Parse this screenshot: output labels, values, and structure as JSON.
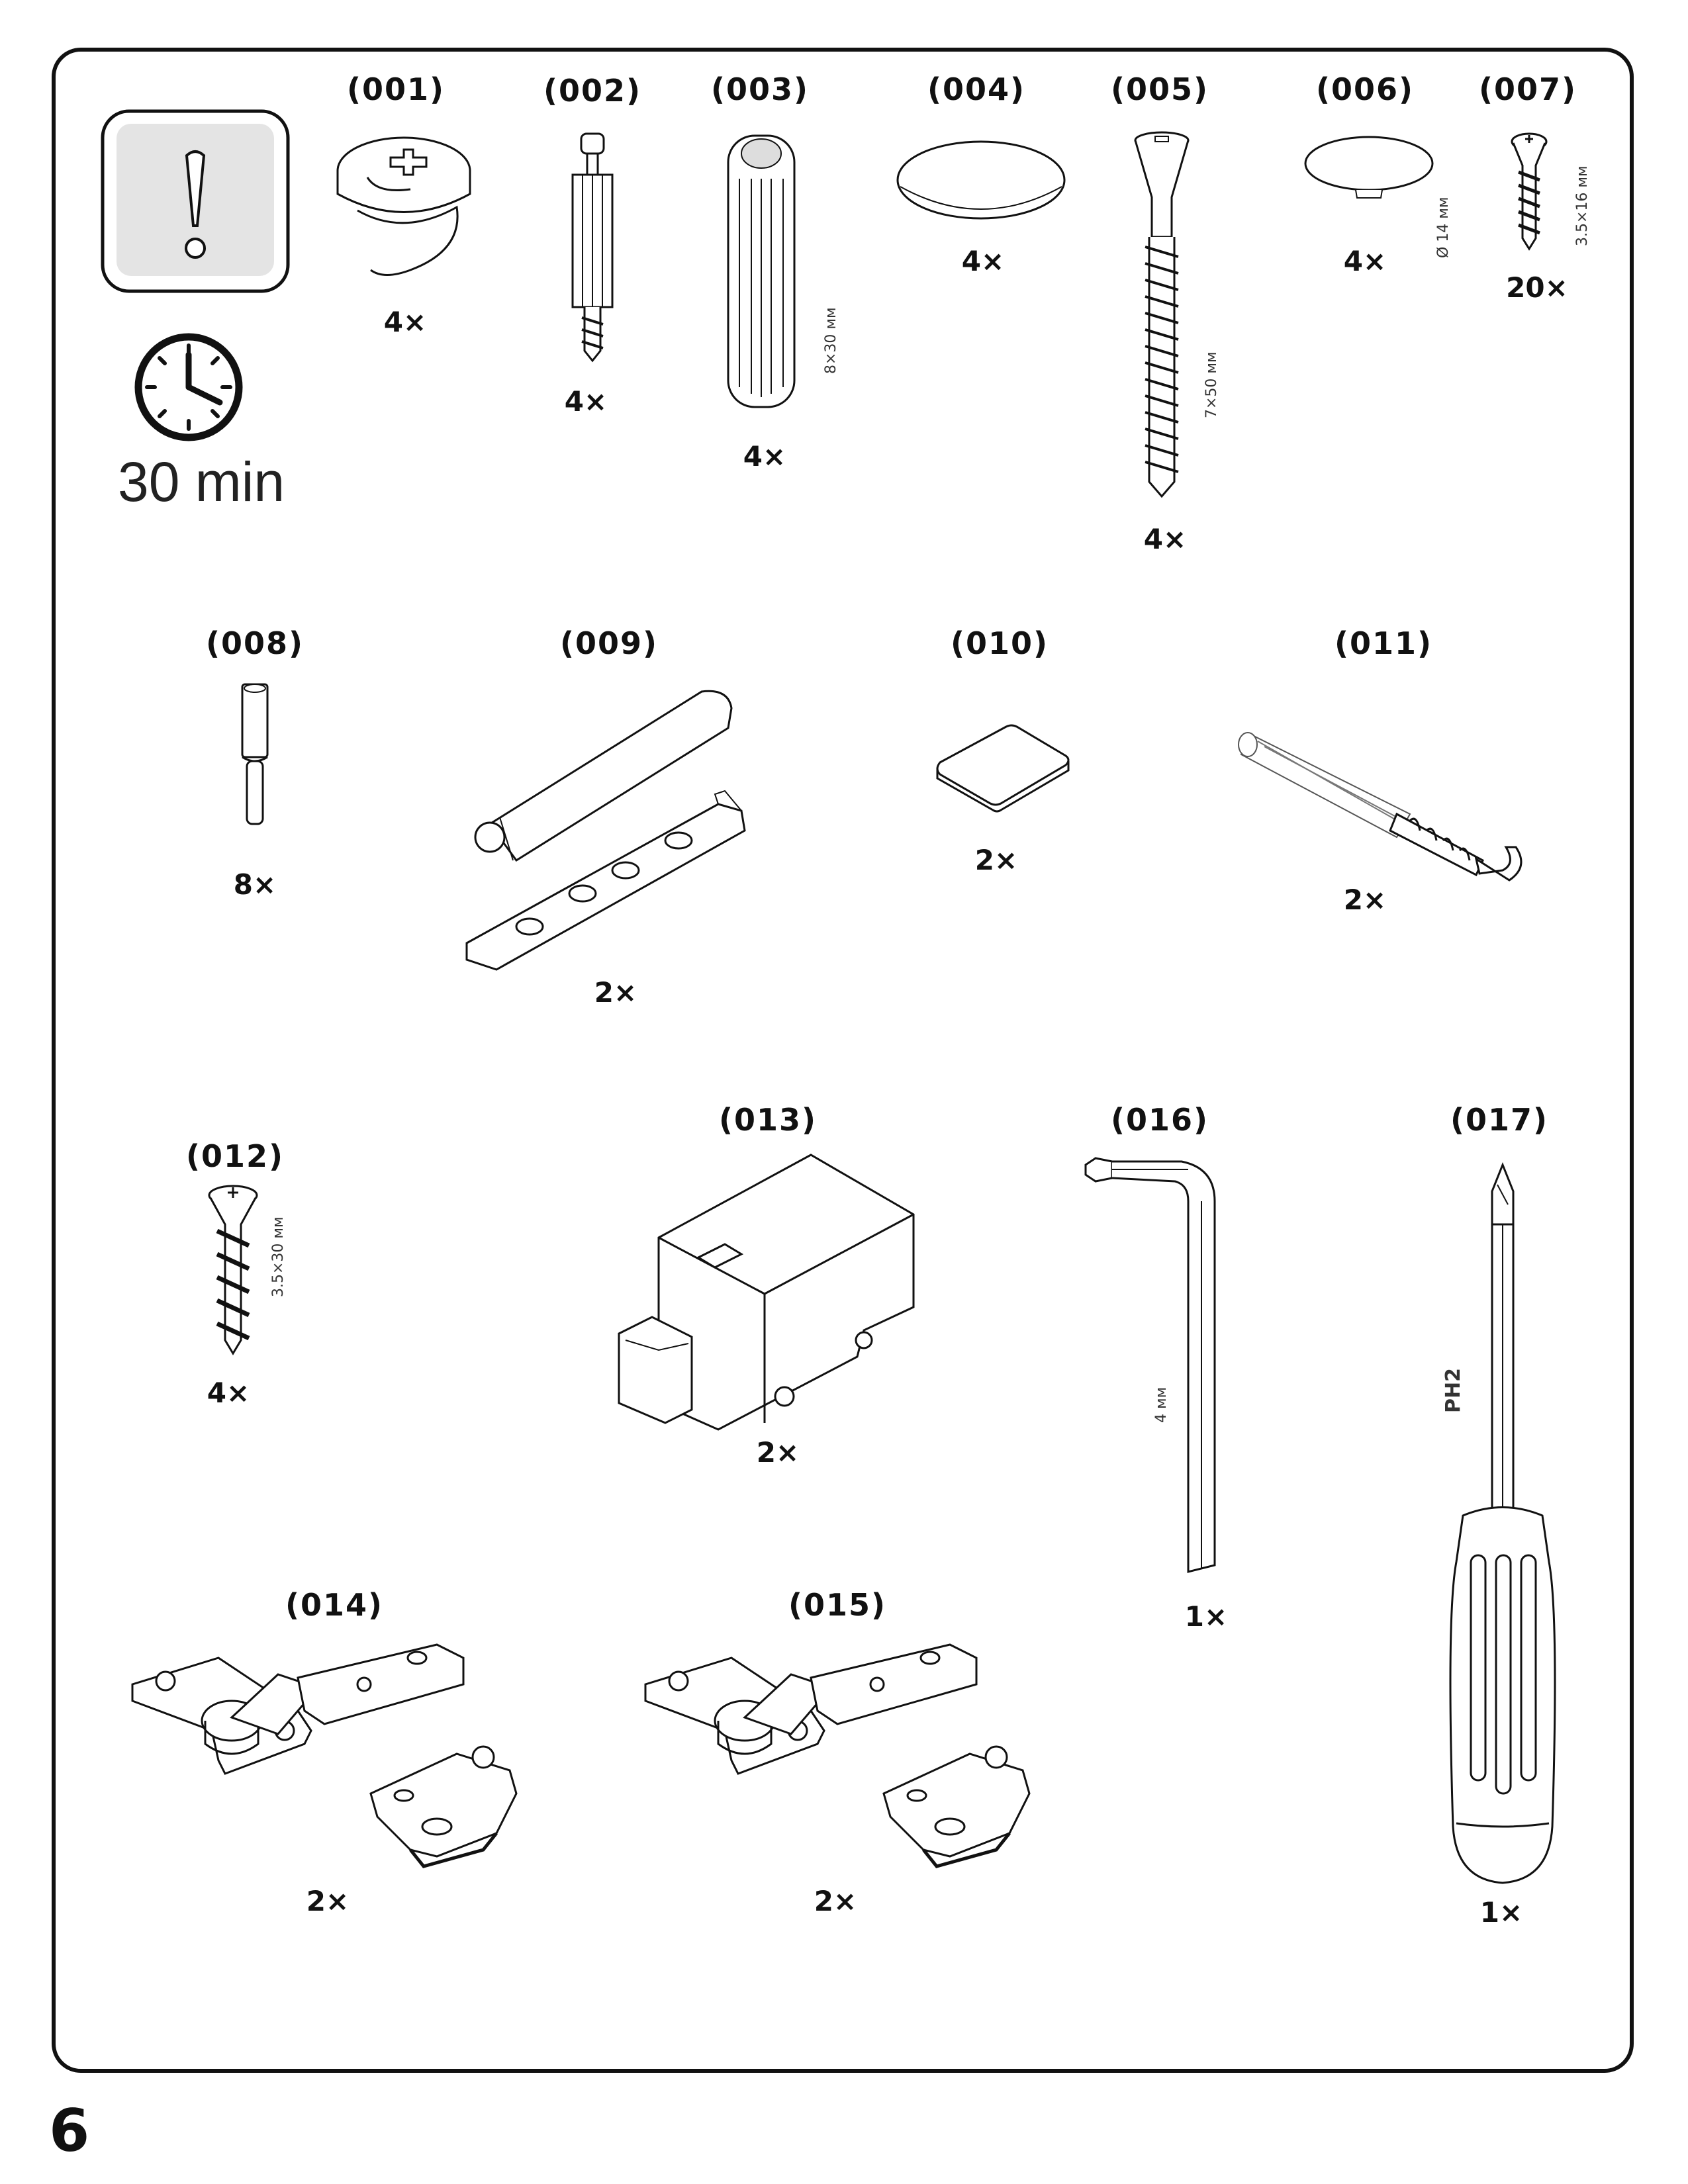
{
  "time": {
    "value": "30 min"
  },
  "page_number": "6",
  "parts": [
    {
      "id": "(001)",
      "qty": "4×"
    },
    {
      "id": "(002)",
      "qty": "4×"
    },
    {
      "id": "(003)",
      "qty": "4×",
      "dim": "8×30 мм"
    },
    {
      "id": "(004)",
      "qty": "4×"
    },
    {
      "id": "(005)",
      "qty": "4×",
      "dim": "7×50 мм"
    },
    {
      "id": "(006)",
      "qty": "4×",
      "dim": "Ø 14 мм"
    },
    {
      "id": "(007)",
      "qty": "20×",
      "dim": "3.5×16 мм"
    },
    {
      "id": "(008)",
      "qty": "8×"
    },
    {
      "id": "(009)",
      "qty": "2×"
    },
    {
      "id": "(010)",
      "qty": "2×"
    },
    {
      "id": "(011)",
      "qty": "2×"
    },
    {
      "id": "(012)",
      "qty": "4×",
      "dim": "3.5×30 мм"
    },
    {
      "id": "(013)",
      "qty": "2×"
    },
    {
      "id": "(016)",
      "qty": "1×",
      "dim": "4 мм"
    },
    {
      "id": "(017)",
      "qty": "1×",
      "dim": "PH2"
    },
    {
      "id": "(014)",
      "qty": "2×"
    },
    {
      "id": "(015)",
      "qty": "2×"
    }
  ],
  "icons": {
    "warning": "exclamation-icon",
    "clock": "clock-icon"
  }
}
